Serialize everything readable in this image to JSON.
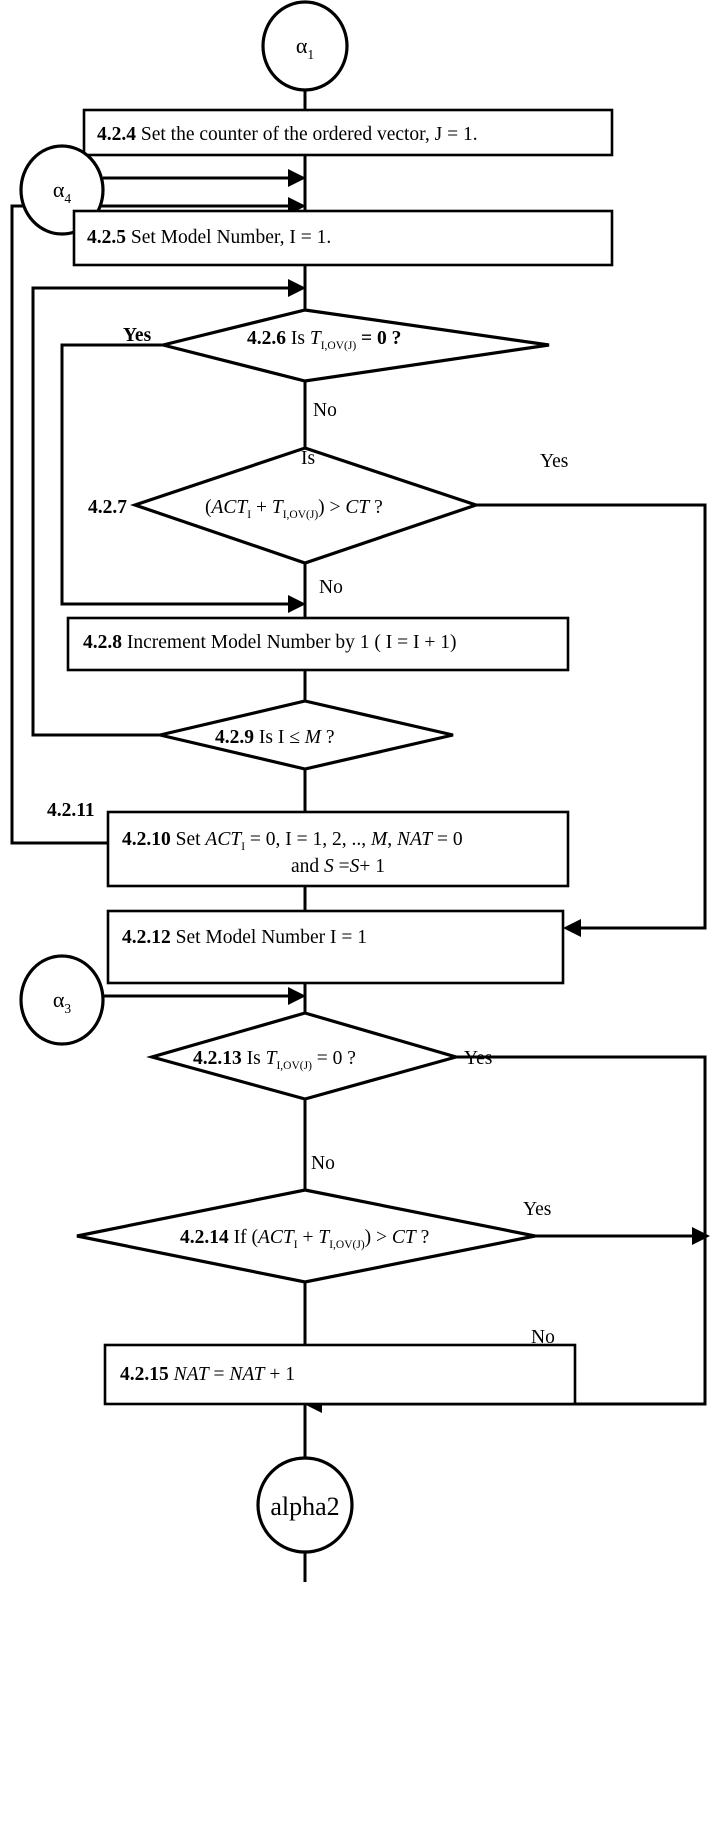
{
  "diagram": {
    "type": "flowchart",
    "title": "",
    "orientation": "top-to-bottom",
    "background": "#ffffff",
    "line_color": "#000000"
  },
  "connectors": {
    "alpha1": {
      "label": "α",
      "sub": "1",
      "shape": "circle"
    },
    "alpha4": {
      "label": "α",
      "sub": "4",
      "shape": "circle"
    },
    "alpha3": {
      "label": "α",
      "sub": "3",
      "shape": "circle"
    },
    "alpha2": {
      "label": "alpha2",
      "shape": "circle"
    }
  },
  "nodes": {
    "n424": {
      "step": "4.2.4",
      "text": "Set the counter of the ordered vector, J = 1.",
      "shape": "process"
    },
    "n425": {
      "step": "4.2.5",
      "text": "Set Model Number, I = 1.",
      "shape": "process"
    },
    "n426": {
      "step": "4.2.6",
      "text_pre": "Is ",
      "var": "T",
      "var_sub": "I,OV(J)",
      "text_post": " = 0 ?",
      "shape": "decision"
    },
    "n427": {
      "step": "4.2.7",
      "top_word": "Is",
      "expr_open": "(",
      "act": "ACT",
      "act_sub": "I",
      "plus": " + ",
      "t": "T",
      "t_sub": "I,OV(J)",
      "expr_close": ")",
      "gt": " > ",
      "ct": "CT",
      "qmark": " ?",
      "shape": "decision"
    },
    "n428": {
      "step": "4.2.8",
      "text": "Increment Model Number by 1 ( I = I + 1)",
      "shape": "process"
    },
    "n429": {
      "step": "4.2.9",
      "text_pre": "Is I ≤ ",
      "var": "M",
      "text_post": " ?",
      "shape": "decision"
    },
    "n4210": {
      "step": "4.2.10",
      "line1_pre": "Set ",
      "act": "ACT",
      "act_sub": "I",
      "line1_mid": " = 0, I = 1, 2, .., ",
      "m": "M",
      "line1_mid2": ", ",
      "nat": "NAT",
      "line1_end": " = 0",
      "line2_pre": "and ",
      "s1": "S",
      "line2_mid": " =",
      "s2": "S",
      "line2_end": "+ 1",
      "shape": "process"
    },
    "n4211": {
      "step": "4.2.11",
      "shape": "edge-label"
    },
    "n4212": {
      "step": "4.2.12",
      "text": "Set Model Number I = 1",
      "shape": "process"
    },
    "n4213": {
      "step": "4.2.13",
      "text_pre": "Is ",
      "var": "T",
      "var_sub": "I,OV(J)",
      "text_post": " = 0 ?",
      "shape": "decision"
    },
    "n4214": {
      "step": "4.2.14",
      "text_pre": "If ",
      "expr_open": "(",
      "act": "ACT",
      "act_sub": "I",
      "plus": " + ",
      "t": "T",
      "t_sub": "I,OV(J)",
      "expr_close": ")",
      "gt": " > ",
      "ct": "CT",
      "qmark": " ?",
      "shape": "decision"
    },
    "n4215": {
      "step": "4.2.15",
      "nat1": "NAT",
      "eq": " = ",
      "nat2": "NAT",
      "end": " + 1",
      "shape": "process"
    }
  },
  "edge_labels": {
    "yes426": "Yes",
    "no426": "No",
    "yes427": "Yes",
    "no427": "No",
    "yes4213": "Yes",
    "no4213": "No",
    "yes4214": "Yes",
    "no4214": "No"
  }
}
